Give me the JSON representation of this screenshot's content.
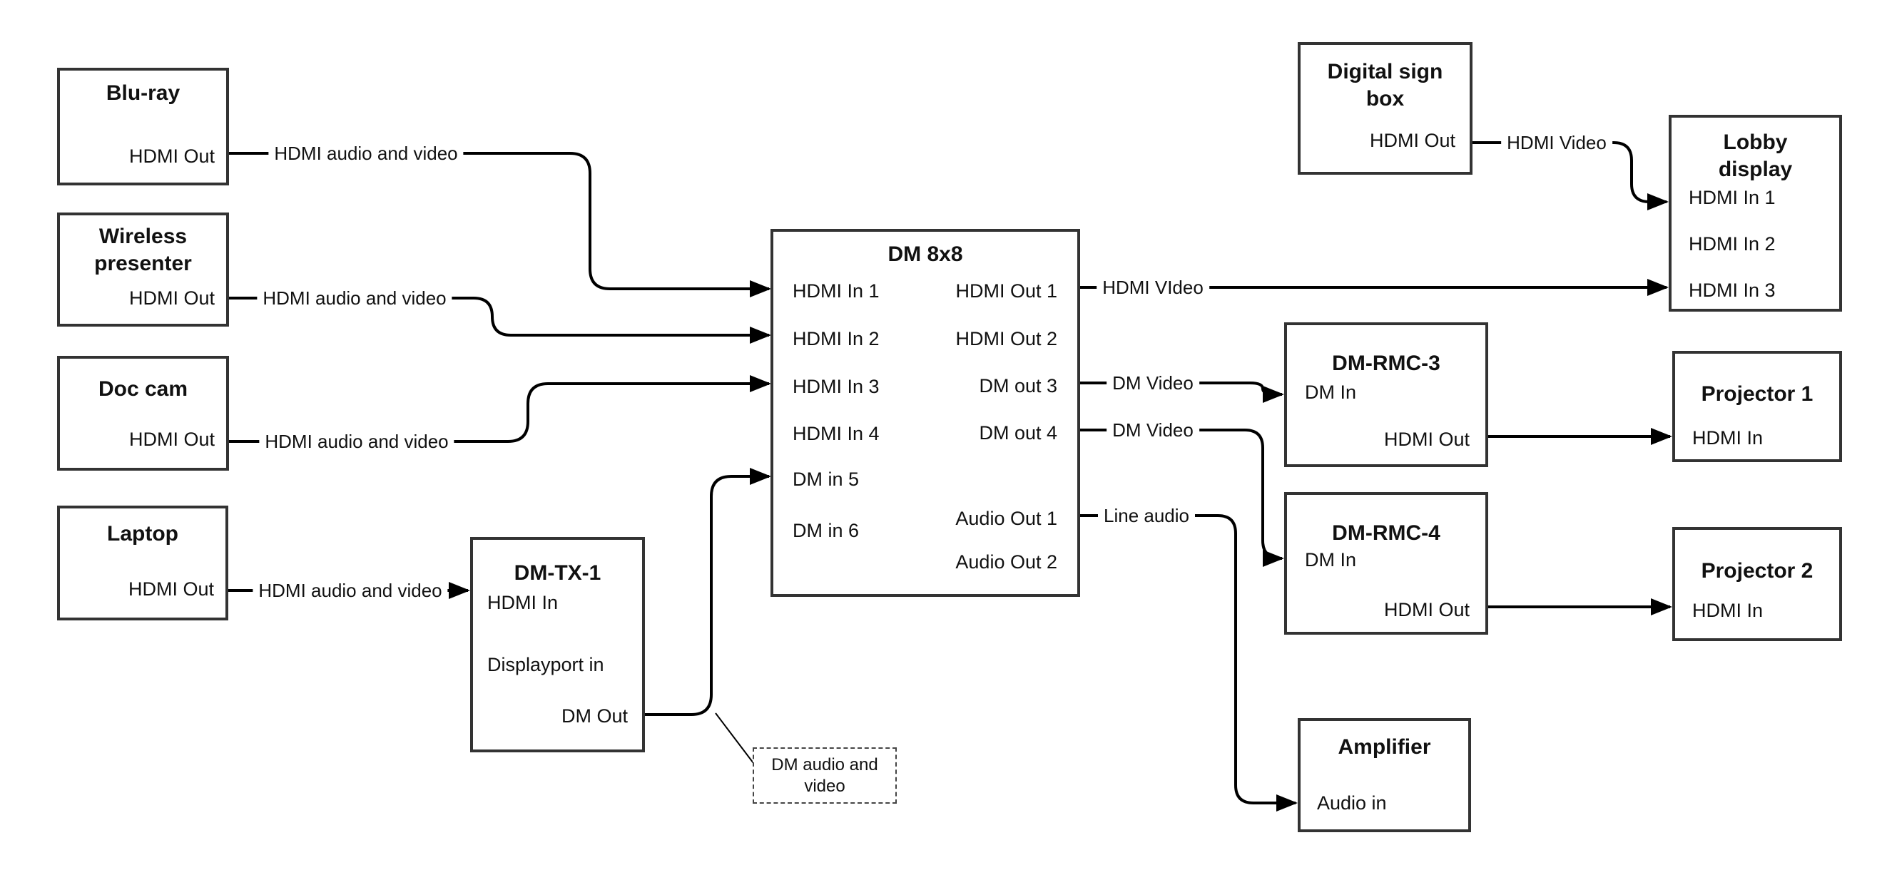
{
  "canvas": {
    "background": "#ffffff",
    "line_color": "#000000",
    "box_border_color": "#333333",
    "text_color": "#111111"
  },
  "nodes": {
    "bluray": {
      "title": "Blu-ray",
      "port": "HDMI Out"
    },
    "wireless": {
      "title": "Wireless presenter",
      "port": "HDMI Out"
    },
    "doccam": {
      "title": "Doc cam",
      "port": "HDMI Out"
    },
    "laptop": {
      "title": "Laptop",
      "port": "HDMI Out"
    },
    "dmtx1": {
      "title": "DM-TX-1",
      "ports": [
        "HDMI In",
        "Displayport in",
        "DM Out"
      ]
    },
    "dm8x8": {
      "title": "DM 8x8",
      "inputs": [
        "HDMI In 1",
        "HDMI In 2",
        "HDMI In 3",
        "HDMI In 4",
        "DM in 5",
        "DM in 6"
      ],
      "outputs": [
        "HDMI Out 1",
        "HDMI Out 2",
        "DM out 3",
        "DM out 4",
        "Audio Out 1",
        "Audio Out 2"
      ]
    },
    "signbox": {
      "title": "Digital sign box",
      "port": "HDMI Out"
    },
    "lobby": {
      "title": "Lobby display",
      "inputs": [
        "HDMI In 1",
        "HDMI In 2",
        "HDMI In 3"
      ]
    },
    "dmrmc3": {
      "title": "DM-RMC-3",
      "ports": [
        "DM In",
        "HDMI Out"
      ]
    },
    "proj1": {
      "title": "Projector 1",
      "port": "HDMI In"
    },
    "dmrmc4": {
      "title": "DM-RMC-4",
      "ports": [
        "DM In",
        "HDMI Out"
      ]
    },
    "proj2": {
      "title": "Projector 2",
      "port": "HDMI In"
    },
    "amp": {
      "title": "Amplifier",
      "port": "Audio in"
    }
  },
  "wire_labels": {
    "bluray": "HDMI audio and video",
    "wireless": "HDMI audio and video",
    "doccam": "HDMI audio and video",
    "laptop": "HDMI audio and video",
    "hdmi_out1": "HDMI VIdeo",
    "dm_out3": "DM Video",
    "dm_out4": "DM Video",
    "audio_out1": "Line audio",
    "signbox": "HDMI Video"
  },
  "annotation": {
    "text": "DM audio and video"
  }
}
